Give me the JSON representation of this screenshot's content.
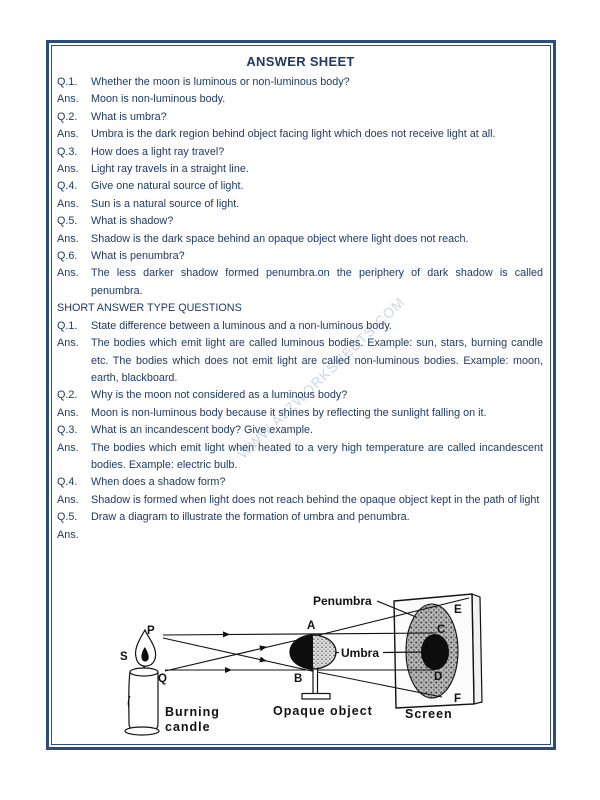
{
  "title": "ANSWER SHEET",
  "qa": [
    {
      "label": "Q.1.",
      "text": "Whether the moon is luminous or non-luminous body?"
    },
    {
      "label": "Ans.",
      "text": "Moon is non-luminous body."
    },
    {
      "label": "Q.2.",
      "text": "What is umbra?"
    },
    {
      "label": "Ans.",
      "text": "Umbra is the dark region behind object facing light which does not receive light at all."
    },
    {
      "label": "Q.3.",
      "text": "How does a light ray travel?"
    },
    {
      "label": "Ans.",
      "text": "Light ray travels in a straight line."
    },
    {
      "label": "Q.4.",
      "text": "Give one natural source of light."
    },
    {
      "label": "Ans.",
      "text": "Sun is a natural source of light."
    },
    {
      "label": "Q.5.",
      "text": "What is shadow?"
    },
    {
      "label": "Ans.",
      "text": "Shadow is the dark space behind an opaque object where light does not reach."
    },
    {
      "label": "Q.6.",
      "text": "What is penumbra?"
    },
    {
      "label": "Ans.",
      "text": "The less darker shadow formed penumbra.on the periphery of dark shadow is called penumbra."
    },
    {
      "heading": "SHORT ANSWER TYPE QUESTIONS"
    },
    {
      "label": "Q.1.",
      "text": "State difference between a luminous and a non-luminous body."
    },
    {
      "label": "Ans.",
      "text": "The bodies which emit light are called luminous bodies. Example: sun, stars, burning candle etc. The bodies which does not emit light are called non-luminous bodies. Example: moon, earth, blackboard."
    },
    {
      "label": "Q.2.",
      "text": "Why is the moon not considered as a luminous body?"
    },
    {
      "label": "Ans.",
      "text": "Moon is non-luminous body because it shines by reflecting the sunlight falling on it."
    },
    {
      "label": "Q.3.",
      "text": "What is an incandescent body? Give example."
    },
    {
      "label": "Ans.",
      "text": "The bodies which emit light when heated to a very high temperature are called incandescent bodies. Example: electric bulb."
    },
    {
      "label": "Q.4.",
      "text": "When does a shadow form?"
    },
    {
      "label": "Ans.",
      "text": "Shadow is formed when light does not reach behind the opaque object kept in the path of light"
    },
    {
      "label": "Q.5.",
      "text": "Draw a diagram to illustrate the formation of umbra and penumbra."
    },
    {
      "label": "Ans.",
      "text": ""
    }
  ],
  "watermark": "WWW.A2ZWORKSHEETS.COM",
  "diagram": {
    "labels": {
      "penumbra": "Penumbra",
      "umbra": "Umbra",
      "point_s": "S",
      "point_p": "P",
      "point_q": "Q",
      "point_a": "A",
      "point_b": "B",
      "point_c": "C",
      "point_d": "D",
      "point_e": "E",
      "point_f": "F",
      "burning_line1": "Burning",
      "burning_line2": "candle",
      "opaque_object": "Opaque  object",
      "screen": "Screen"
    }
  },
  "colors": {
    "text": "#1f3a66",
    "border": "#2b4d7e",
    "watermark": "#c2cdde"
  }
}
